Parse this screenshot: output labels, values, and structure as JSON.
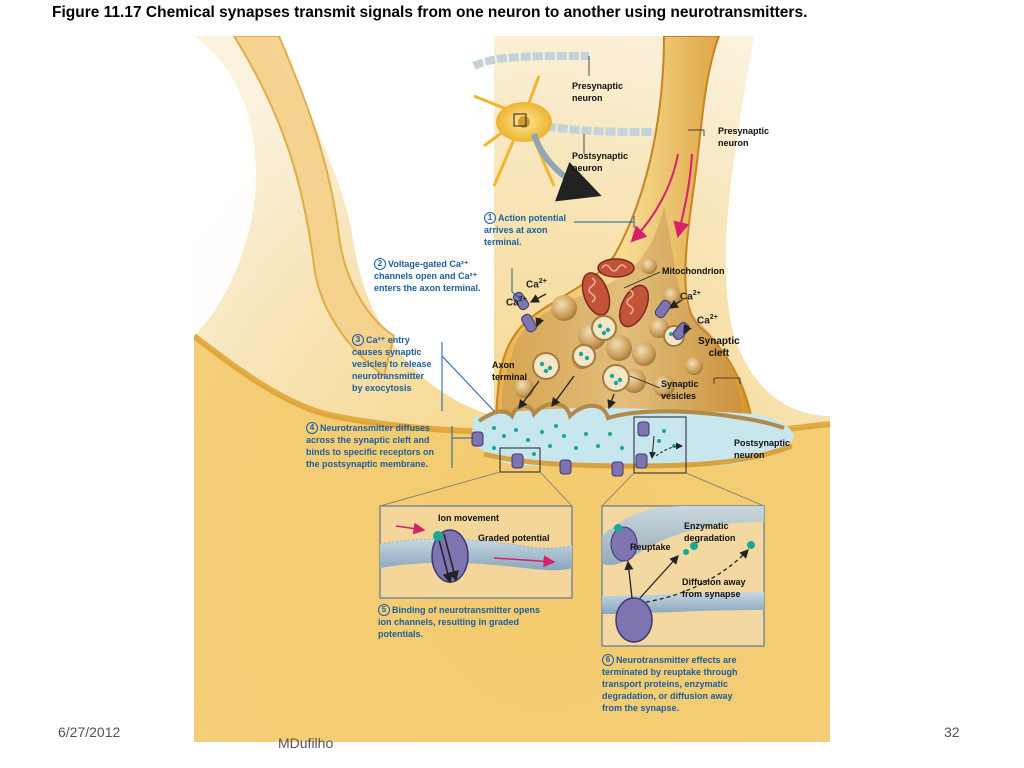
{
  "title": "Figure 11.17  Chemical synapses transmit signals from one neuron to another using neurotransmitters.",
  "labels": {
    "presynaptic_small": [
      "Presynaptic",
      "neuron"
    ],
    "postsynaptic_small": [
      "Postsynaptic",
      "neuron"
    ],
    "presynaptic_main": [
      "Presynaptic",
      "neuron"
    ],
    "mitochondrion": "Mitochondrion",
    "synaptic_cleft": [
      "Synaptic",
      "cleft"
    ],
    "axon_terminal": [
      "Axon",
      "terminal"
    ],
    "synaptic_vesicles": [
      "Synaptic",
      "vesicles"
    ],
    "postsynaptic_main": [
      "Postsynaptic",
      "neuron"
    ],
    "ion_movement": "Ion movement",
    "graded_potential": "Graded potential",
    "enzymatic_degradation": [
      "Enzymatic",
      "degradation"
    ],
    "reuptake": "Reuptake",
    "diffusion_away": [
      "Diffusion away",
      "from synapse"
    ],
    "ca_ion": "Ca",
    "ca_charge": "2+"
  },
  "steps": [
    {
      "num": "1",
      "lines": [
        "Action potential",
        "arrives at axon",
        "terminal."
      ]
    },
    {
      "num": "2",
      "lines": [
        "Voltage-gated Ca²⁺",
        "channels open and Ca²⁺",
        "enters the axon terminal."
      ]
    },
    {
      "num": "3",
      "lines": [
        "Ca²⁺ entry",
        "causes synaptic",
        "vesicles to release",
        "neurotransmitter",
        "by exocytosis"
      ]
    },
    {
      "num": "4",
      "lines": [
        "Neurotransmitter diffuses",
        "across the synaptic cleft and",
        "binds to specific receptors on",
        "the postsynaptic membrane."
      ]
    },
    {
      "num": "5",
      "lines": [
        "Binding of neurotransmitter opens",
        "ion channels, resulting in graded",
        "potentials."
      ]
    },
    {
      "num": "6",
      "lines": [
        "Neurotransmitter effects are",
        "terminated by reuptake through",
        "transport proteins, enzymatic",
        "degradation, or diffusion away",
        "from the synapse."
      ]
    }
  ],
  "footer": {
    "date": "6/27/2012",
    "author": "MDufilho",
    "page": "32"
  },
  "colors": {
    "neuron_fill": "#f2c96a",
    "neuron_dark": "#d9961c",
    "cleft": "#c8e6ee",
    "vesicle": "#c89a55",
    "mitochondrion": "#c2543a",
    "protein": "#7d74b0",
    "neurotransmitter": "#1aa896",
    "step_text": "#1c5fa0",
    "arrow": "#d6206a"
  }
}
